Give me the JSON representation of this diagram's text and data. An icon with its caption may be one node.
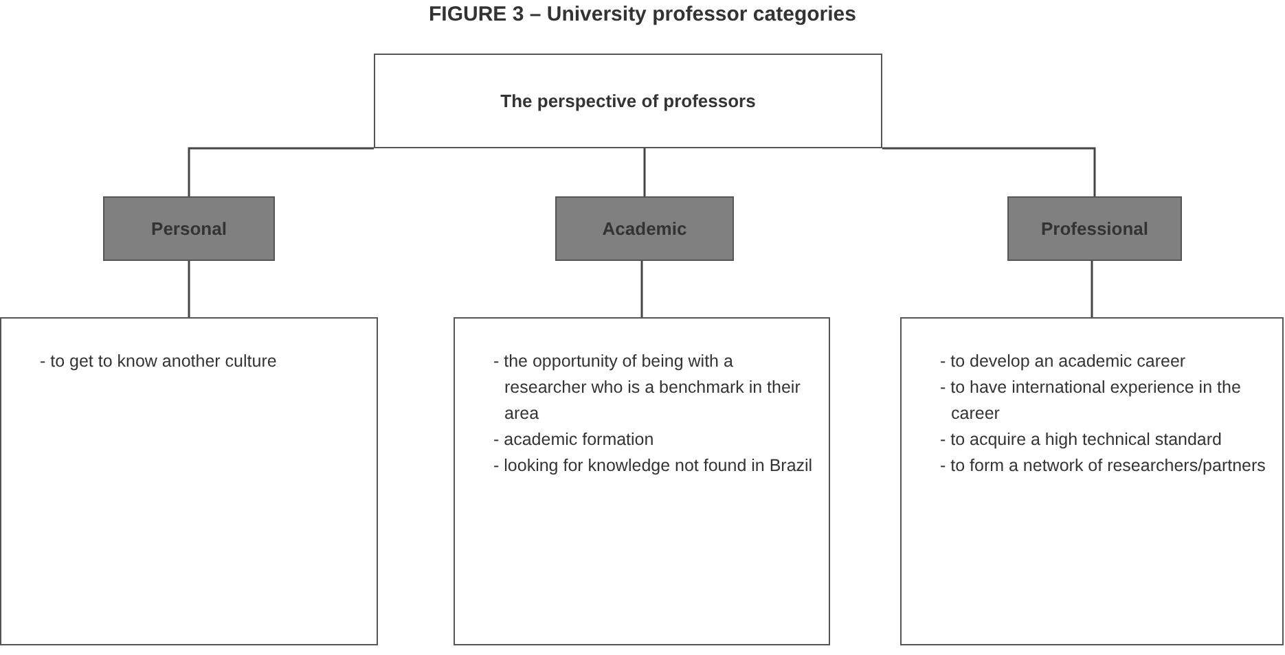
{
  "diagram": {
    "title": "FIGURE 3 – University professor categories",
    "nodes": [
      {
        "text": [
          "The perspective of professors"
        ]
      },
      {
        "text": [
          "Personal"
        ]
      },
      {
        "text": [
          "Academic"
        ]
      },
      {
        "text": [
          "Professional"
        ]
      },
      {
        "text": [
          "- to get to know another culture"
        ]
      },
      {
        "text": [
          "- the opportunity of being with a researcher who is a benchmark in their area",
          "- academic formation",
          "- looking for knowledge not found in Brazil"
        ]
      },
      {
        "text": [
          "- to develop an academic career",
          "- to have international experience in the career",
          "- to acquire a high technical standard",
          "- to form a network of researchers/partners"
        ]
      }
    ],
    "edges": [
      {
        "from": 0,
        "to": 1,
        "arrow": "none"
      },
      {
        "from": 0,
        "to": 2,
        "arrow": "none"
      },
      {
        "from": 0,
        "to": 3,
        "arrow": "none"
      },
      {
        "from": 1,
        "to": 4,
        "arrow": "none"
      },
      {
        "from": 2,
        "to": 5,
        "arrow": "none"
      },
      {
        "from": 3,
        "to": 6,
        "arrow": "none"
      }
    ]
  }
}
